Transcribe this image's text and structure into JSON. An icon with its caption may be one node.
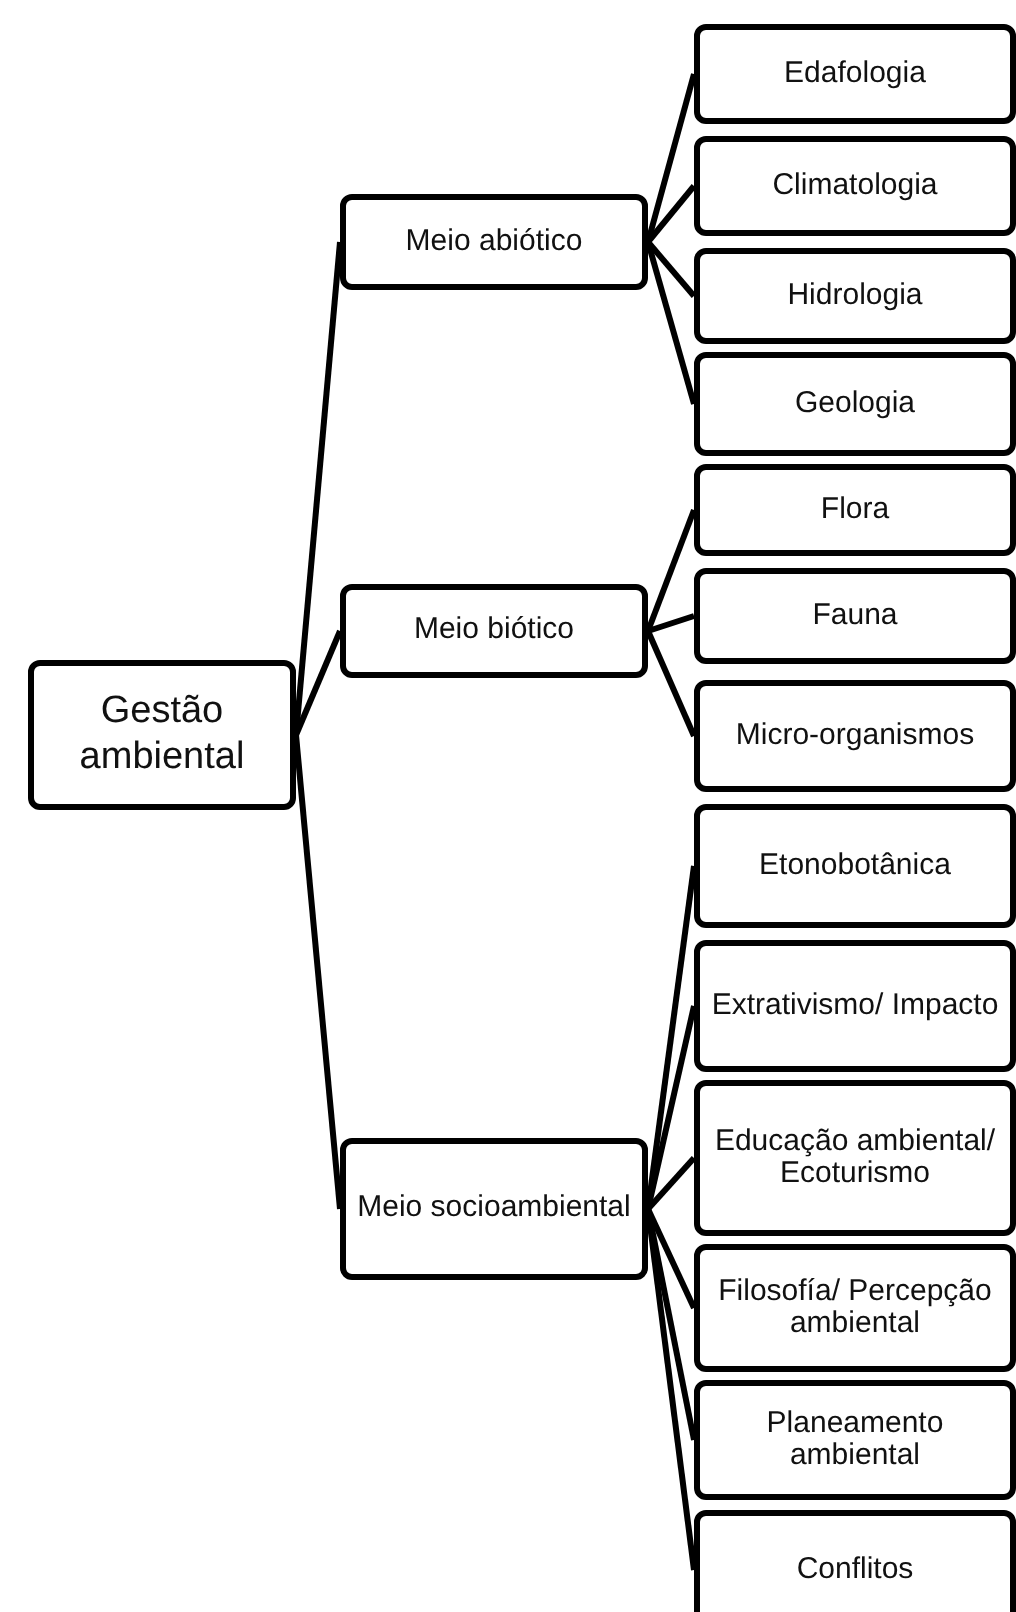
{
  "diagram": {
    "nodes": [
      {
        "text": [
          "Gestão ambiental"
        ]
      },
      {
        "text": [
          "Meio abiótico"
        ]
      },
      {
        "text": [
          "Edafologia"
        ]
      },
      {
        "text": [
          "Climatologia"
        ]
      },
      {
        "text": [
          "Hidrologia"
        ]
      },
      {
        "text": [
          "Geologia"
        ]
      },
      {
        "text": [
          "Meio biótico"
        ]
      },
      {
        "text": [
          "Flora"
        ]
      },
      {
        "text": [
          "Fauna"
        ]
      },
      {
        "text": [
          "Micro-organismos"
        ]
      },
      {
        "text": [
          "Meio socioambiental"
        ]
      },
      {
        "text": [
          "Etonobotânica"
        ]
      },
      {
        "text": [
          "Extrativismo/ Impacto"
        ]
      },
      {
        "text": [
          "Educação ambiental/ Ecoturismo"
        ]
      },
      {
        "text": [
          "Filosofía/ Percepção ambiental"
        ]
      },
      {
        "text": [
          "Planeamento ambiental"
        ]
      },
      {
        "text": [
          "Conflitos"
        ]
      }
    ],
    "edges": [
      {
        "from": 0,
        "to": 1,
        "arrow": "none"
      },
      {
        "from": 0,
        "to": 6,
        "arrow": "none"
      },
      {
        "from": 0,
        "to": 10,
        "arrow": "none"
      },
      {
        "from": 1,
        "to": 2,
        "arrow": "none"
      },
      {
        "from": 1,
        "to": 3,
        "arrow": "none"
      },
      {
        "from": 1,
        "to": 4,
        "arrow": "none"
      },
      {
        "from": 1,
        "to": 5,
        "arrow": "none"
      },
      {
        "from": 6,
        "to": 7,
        "arrow": "none"
      },
      {
        "from": 6,
        "to": 8,
        "arrow": "none"
      },
      {
        "from": 6,
        "to": 9,
        "arrow": "none"
      },
      {
        "from": 10,
        "to": 11,
        "arrow": "none"
      },
      {
        "from": 10,
        "to": 12,
        "arrow": "none"
      },
      {
        "from": 10,
        "to": 13,
        "arrow": "none"
      },
      {
        "from": 10,
        "to": 14,
        "arrow": "none"
      },
      {
        "from": 10,
        "to": 15,
        "arrow": "none"
      },
      {
        "from": 10,
        "to": 16,
        "arrow": "none"
      }
    ]
  }
}
